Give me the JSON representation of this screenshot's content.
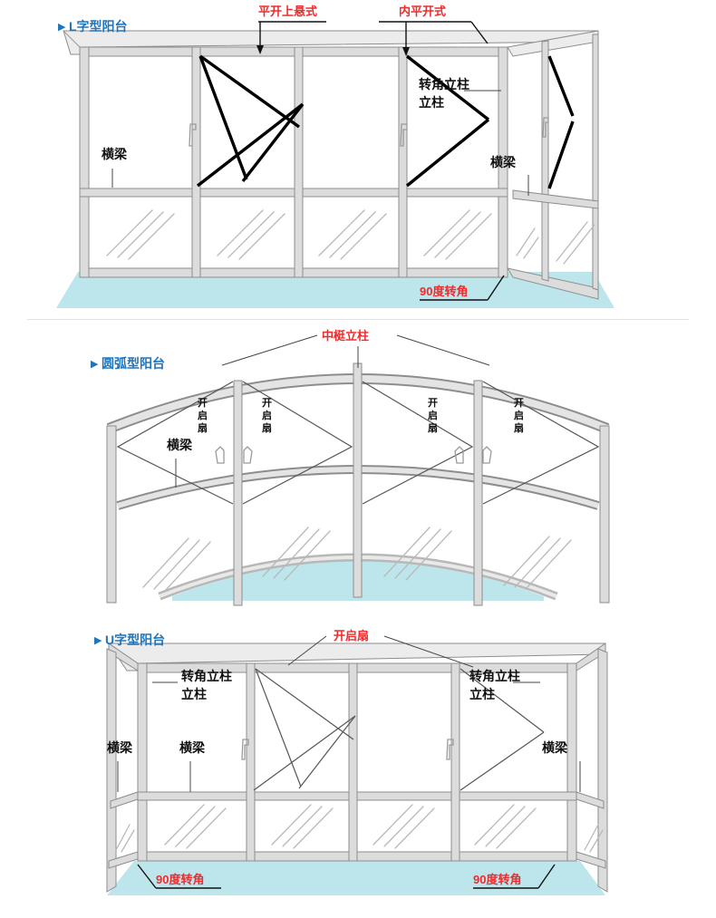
{
  "document": {
    "title": "阳台窗型结构示意图",
    "colors": {
      "title_blue": "#1f74bb",
      "label_red": "#ef2b2b",
      "label_black": "#111111",
      "frame_gray": "#dcdcdc",
      "frame_stroke": "#8d8d8d",
      "floor_cyan": "#bce6ec",
      "divider": "#e2e2e2"
    }
  },
  "panels": [
    {
      "id": "l-shape",
      "title": "L字型阳台",
      "title_marker": "▶",
      "labels": {
        "top_left_callout": "平开上悬式",
        "top_right_callout": "内平开式",
        "corner_post": "转角立柱",
        "beam_left": "横梁",
        "beam_right": "横梁",
        "corner_90": "90度转角"
      }
    },
    {
      "id": "arc-shape",
      "title": "圆弧型阳台",
      "title_marker": "▶",
      "labels": {
        "mullion_post": "中梃立柱",
        "beam": "横梁",
        "sash_1": "开启扇",
        "sash_2": "开启扇",
        "sash_3": "开启扇",
        "sash_4": "开启扇"
      }
    },
    {
      "id": "u-shape",
      "title": "U字型阳台",
      "title_marker": "▶",
      "labels": {
        "top_callout": "开启扇",
        "corner_post_left": "转角立柱",
        "corner_post_right": "转角立柱",
        "beam_far_left": "横梁",
        "beam_left": "横梁",
        "beam_right": "横梁",
        "corner_90_left": "90度转角",
        "corner_90_right": "90度转角"
      }
    }
  ]
}
